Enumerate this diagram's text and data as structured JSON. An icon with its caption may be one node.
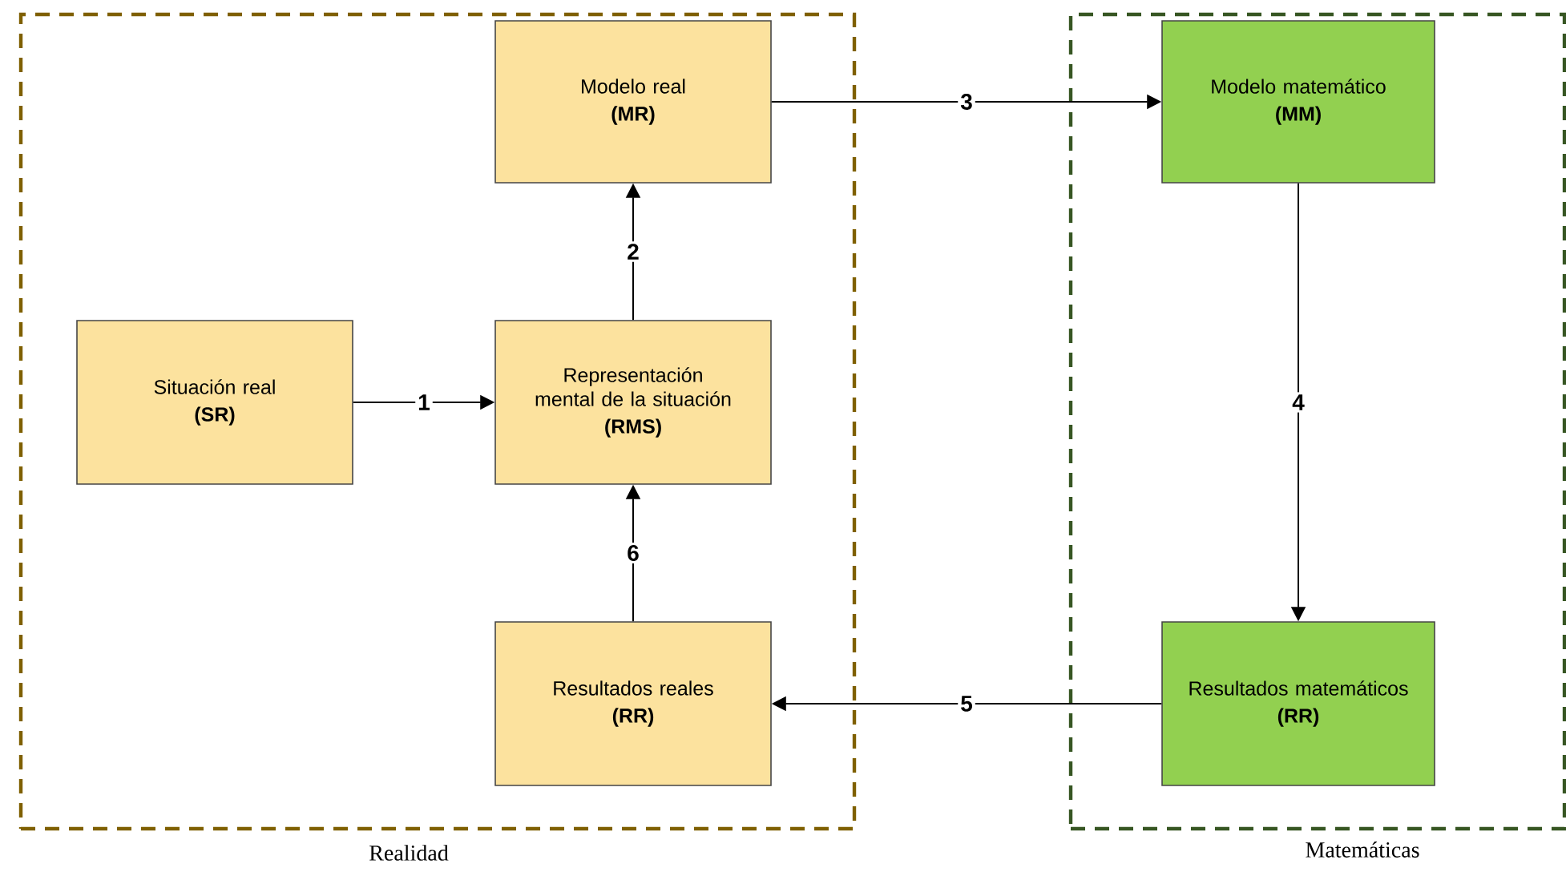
{
  "diagram": {
    "nodes": [
      {
        "text": [
          "Realidad"
        ]
      },
      {
        "text": [
          "Matemáticas"
        ]
      },
      {
        "text": [
          "Modelo real",
          "(MR)"
        ],
        "in": 0
      },
      {
        "text": [
          "Modelo matemático",
          "(MM)"
        ],
        "in": 1
      },
      {
        "text": [
          "Situación real",
          "(SR)"
        ],
        "in": 0
      },
      {
        "text": [
          "Representación mental de la situación",
          "(RMS)"
        ],
        "in": 0
      },
      {
        "text": [
          "Resultados reales",
          "(RR)"
        ],
        "in": 0
      },
      {
        "text": [
          "Resultados matemáticos",
          "(RR)"
        ],
        "in": 1
      }
    ],
    "edges": [
      {
        "from": 4,
        "to": 5,
        "arrow": "to",
        "label": "1"
      },
      {
        "from": 5,
        "to": 2,
        "arrow": "to",
        "label": "2"
      },
      {
        "from": 2,
        "to": 3,
        "arrow": "to",
        "label": "3"
      },
      {
        "from": 3,
        "to": 7,
        "arrow": "to",
        "label": "4"
      },
      {
        "from": 7,
        "to": 6,
        "arrow": "to",
        "label": "5"
      },
      {
        "from": 6,
        "to": 5,
        "arrow": "to",
        "label": "6"
      }
    ]
  }
}
